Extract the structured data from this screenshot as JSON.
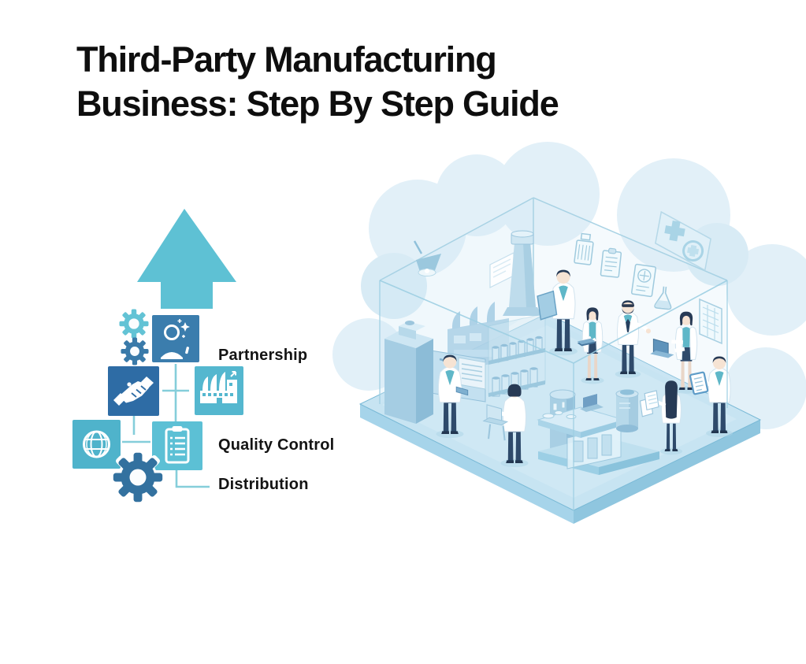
{
  "title": {
    "line1": "Third-Party Manufacturing",
    "line2": "Business: Step By Step Guide"
  },
  "process": {
    "arrow_icon": "up-arrow-icon",
    "arrow_color": "#5ec1d4",
    "steps": [
      {
        "label": "Partnership"
      },
      {
        "label": "Quality Control"
      },
      {
        "label": "Distribution"
      }
    ],
    "icon_tiles": [
      {
        "icon": "person-sparkle-icon",
        "color": "#3b7dad"
      },
      {
        "icon": "handshake-icon",
        "color": "#2e6ca5"
      },
      {
        "icon": "factory-icon",
        "color": "#54b7cf"
      },
      {
        "icon": "globe-icon",
        "color": "#4fb3cb"
      },
      {
        "icon": "clipboard-checklist-icon",
        "color": "#5cc0d5"
      }
    ],
    "gears": [
      {
        "icon": "gear-icon",
        "color": "#63c3d5"
      },
      {
        "icon": "gear-icon",
        "color": "#3a7aa9"
      },
      {
        "icon": "gear-icon",
        "color": "#33719f"
      }
    ],
    "connector_color": "#85ceda"
  },
  "illustration": {
    "scene": "isometric-pharma-lab",
    "people_count": 8,
    "elements": [
      "glass-room",
      "floor-platform",
      "clouds",
      "smokestack",
      "factory-roof",
      "jar-shelf",
      "mixing-machine",
      "hanging-lamp",
      "medical-cross-sign",
      "pill-bottle-poster",
      "clipboard-posters",
      "flask-poster",
      "grid-poster",
      "lab-table",
      "storage-column",
      "canister",
      "scientists-with-tablets"
    ],
    "palette": {
      "floor": "#c7e4f2",
      "edge": "#8fc6df",
      "line": "#9ccee2",
      "cloud": "#e2f0f8",
      "coat": "#ffffff",
      "navy": "#2e4a6b",
      "teal": "#5fb7c8",
      "skin": "#f6e3d3"
    }
  }
}
